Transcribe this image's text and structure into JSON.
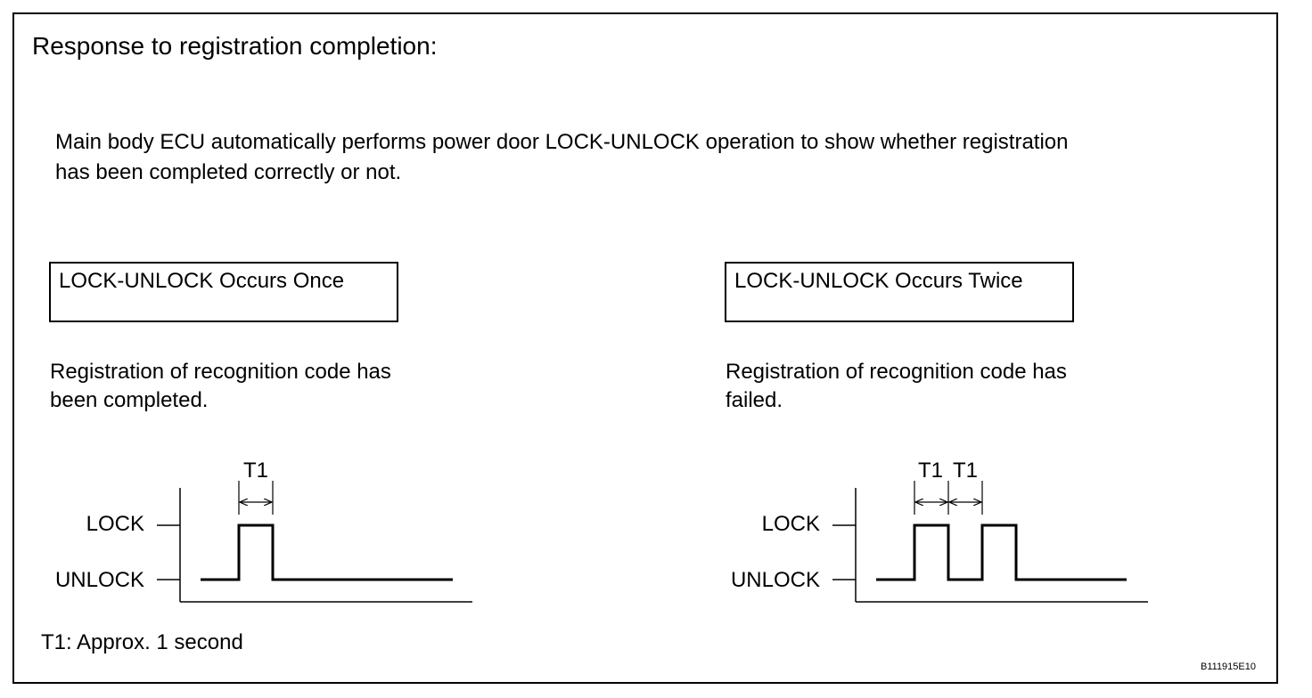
{
  "title": "Response to registration completion:",
  "intro": {
    "line1": "Main body ECU automatically performs power door LOCK-UNLOCK operation to show whether registration",
    "line2": "has been completed correctly or not."
  },
  "cases": [
    {
      "box_label": "LOCK-UNLOCK Occurs Once",
      "desc_line1": "Registration of recognition code has",
      "desc_line2": "been completed.",
      "lock_label": "LOCK",
      "unlock_label": "UNLOCK",
      "interval_labels": [
        "T1"
      ]
    },
    {
      "box_label": "LOCK-UNLOCK Occurs Twice",
      "desc_line1": "Registration of recognition code has",
      "desc_line2": "failed.",
      "lock_label": "LOCK",
      "unlock_label": "UNLOCK",
      "interval_labels": [
        "T1",
        "T1"
      ]
    }
  ],
  "note": "T1: Approx. 1 second",
  "figure_code": "B111915E10"
}
